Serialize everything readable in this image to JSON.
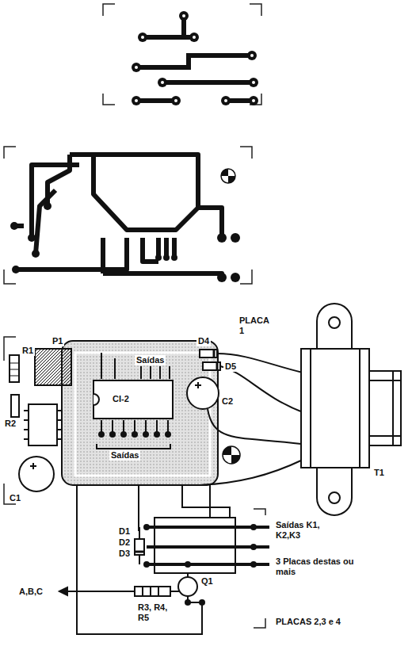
{
  "diagram": {
    "labels": [
      "R1",
      "P1",
      "R2",
      "Saídas",
      "D4",
      "PLACA 1",
      "D5",
      "CI-2",
      "C2",
      "T1",
      "Saídas",
      "C1",
      "D1",
      "D2",
      "D3",
      "Saídas K1, K2,K3",
      "3 Placas destas ou mais",
      "A,B,C",
      "Q1",
      "R3, R4, R5",
      "PLACAS 2,3 e 4"
    ]
  }
}
